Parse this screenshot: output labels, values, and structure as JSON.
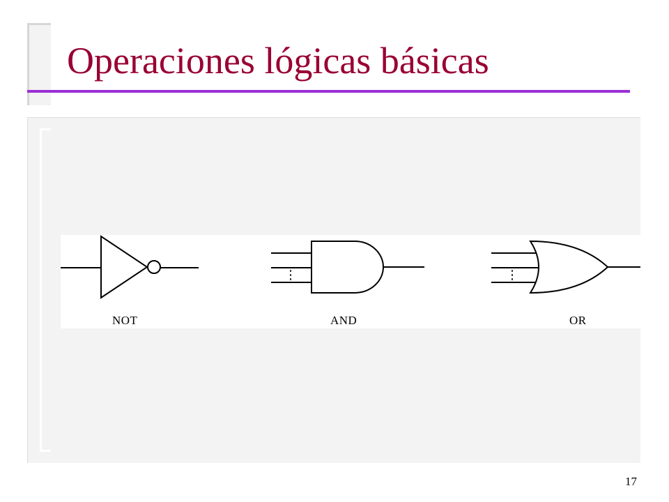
{
  "slide": {
    "title": "Operaciones lógicas básicas",
    "page_number": "17"
  },
  "gates": [
    {
      "label": "NOT"
    },
    {
      "label": "AND"
    },
    {
      "label": "OR"
    }
  ]
}
